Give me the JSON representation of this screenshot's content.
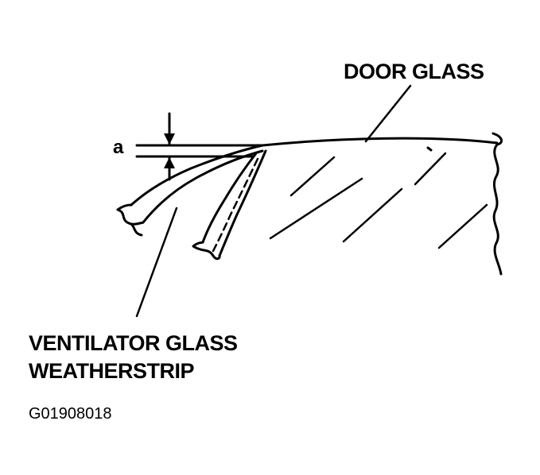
{
  "labels": {
    "door_glass": "DOOR GLASS",
    "dimension": "a",
    "weatherstrip_line1": "VENTILATOR GLASS",
    "weatherstrip_line2": "WEATHERSTRIP",
    "figure_code": "G01908018"
  },
  "colors": {
    "ink": "#000000",
    "background": "#ffffff"
  }
}
